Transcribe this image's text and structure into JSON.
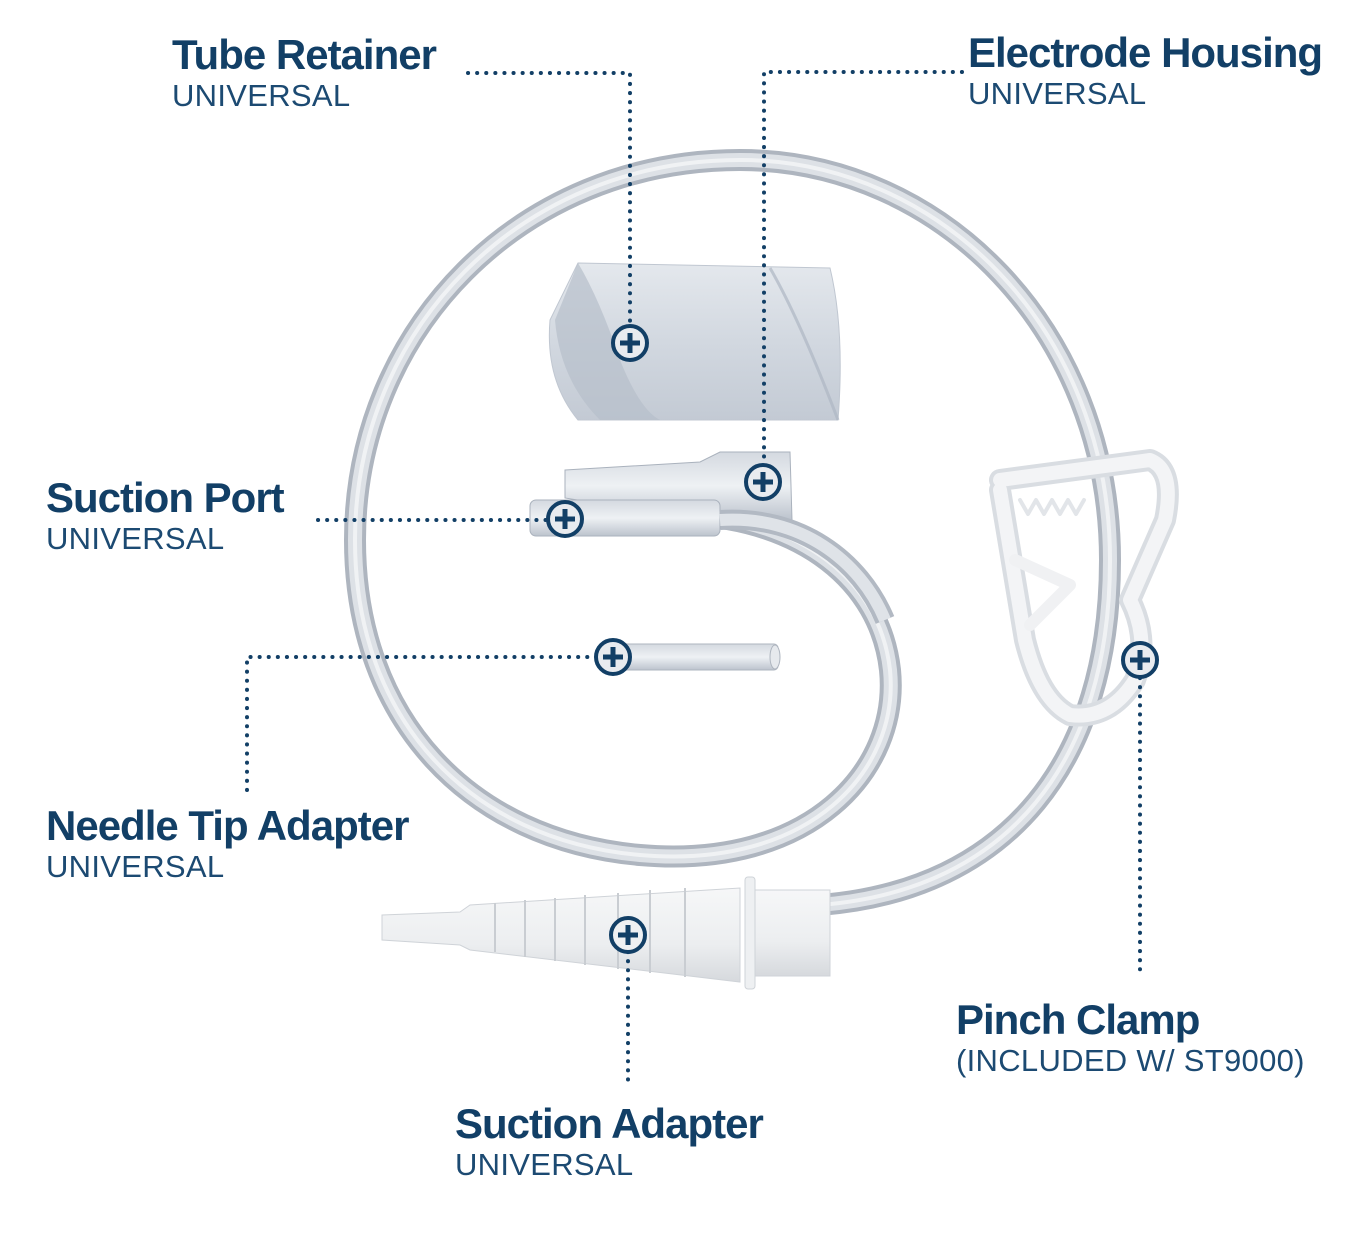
{
  "diagram": {
    "colors": {
      "accent": "#123f66",
      "background": "#ffffff",
      "tube": "#c9ced6",
      "plastic_white": "#eef0f3"
    },
    "parts": [
      {
        "id": "tube-retainer",
        "title": "Tube Retainer",
        "subtitle": "UNIVERSAL",
        "marker_icon": "plus-circle-icon"
      },
      {
        "id": "electrode-housing",
        "title": "Electrode Housing",
        "subtitle": "UNIVERSAL",
        "marker_icon": "plus-circle-icon"
      },
      {
        "id": "suction-port",
        "title": "Suction Port",
        "subtitle": "UNIVERSAL",
        "marker_icon": "plus-circle-icon"
      },
      {
        "id": "needle-tip-adapter",
        "title": "Needle Tip Adapter",
        "subtitle": "UNIVERSAL",
        "marker_icon": "plus-circle-icon"
      },
      {
        "id": "pinch-clamp",
        "title": "Pinch Clamp",
        "subtitle": "(INCLUDED W/ ST9000)",
        "marker_icon": "plus-circle-icon"
      },
      {
        "id": "suction-adapter",
        "title": "Suction Adapter",
        "subtitle": "UNIVERSAL",
        "marker_icon": "plus-circle-icon"
      }
    ]
  }
}
